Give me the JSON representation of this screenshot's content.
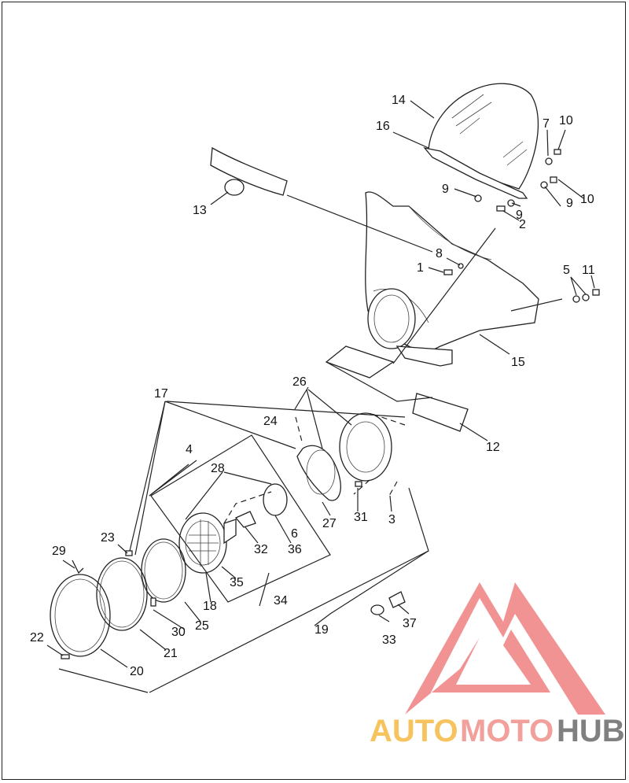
{
  "callouts": {
    "c1": "1",
    "c2": "2",
    "c3": "3",
    "c4": "4",
    "c5": "5",
    "c6": "6",
    "c7": "7",
    "c8": "8",
    "c9a": "9",
    "c9b": "9",
    "c9c": "9",
    "c10a": "10",
    "c10b": "10",
    "c11": "11",
    "c12": "12",
    "c13": "13",
    "c14": "14",
    "c15": "15",
    "c16": "16",
    "c17": "17",
    "c18": "18",
    "c19": "19",
    "c20": "20",
    "c21": "21",
    "c22": "22",
    "c23": "23",
    "c24": "24",
    "c25": "25",
    "c26": "26",
    "c27": "27",
    "c28": "28",
    "c29": "29",
    "c30": "30",
    "c31": "31",
    "c32": "32",
    "c33": "33",
    "c34": "34",
    "c35": "35",
    "c36": "36",
    "c37": "37"
  },
  "watermark": {
    "auto": "AUTO",
    "moto": "MOTO",
    "hub": "HUB"
  },
  "colors": {
    "auto": "#f5b942",
    "moto": "#f0908a",
    "hub": "#6b6b6b",
    "logo_red": "#f08080"
  }
}
